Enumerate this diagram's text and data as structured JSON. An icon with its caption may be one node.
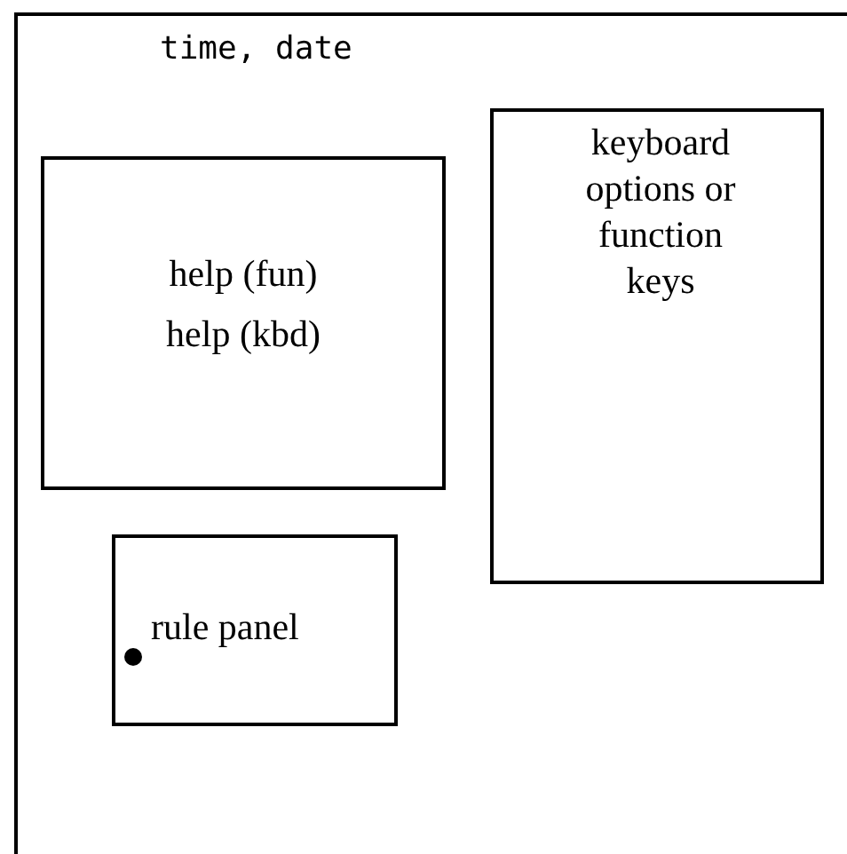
{
  "diagram": {
    "nodes": [
      {
        "text": [
          "time, date"
        ]
      },
      {
        "text": [
          "help (fun)",
          "help (kbd)"
        ],
        "in": 0
      },
      {
        "text": [
          "keyboard options or function keys"
        ],
        "in": 0
      },
      {
        "text": [
          "rule panel"
        ],
        "in": 0
      }
    ]
  }
}
